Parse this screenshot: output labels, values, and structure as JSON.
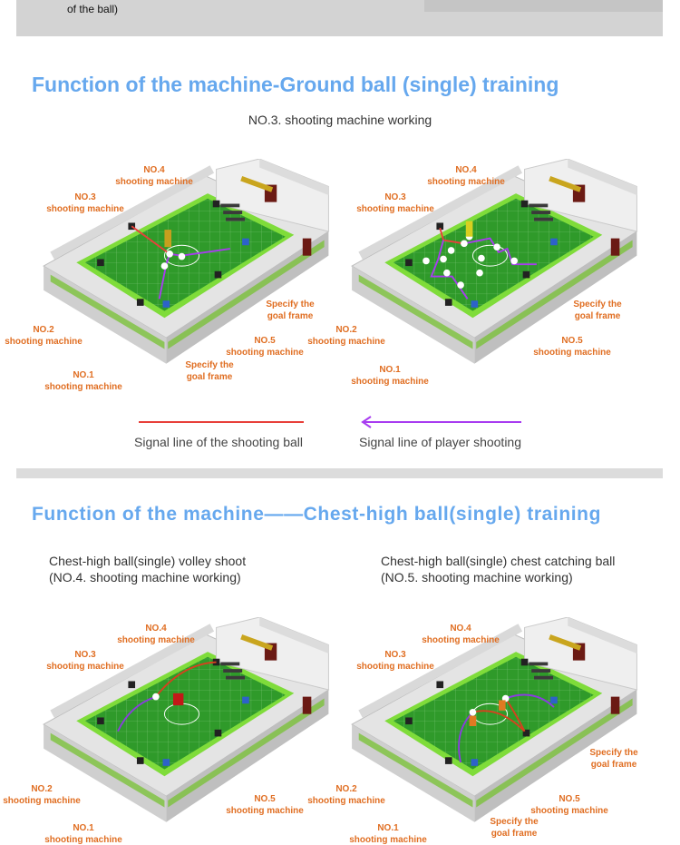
{
  "top_fragment": {
    "text": "of the ball)"
  },
  "section1": {
    "title": "Function of the machine-Ground ball (single) training",
    "subtitle": "NO.3. shooting machine working",
    "legend": {
      "red": {
        "label": "Signal line of the shooting ball",
        "color": "#e8403a"
      },
      "purple": {
        "label": "Signal line of  player shooting",
        "color": "#a83cf0"
      }
    }
  },
  "section2": {
    "title": "Function of the machine——Chest-high ball(single) training",
    "left_caption": {
      "line1": "Chest-high ball(single) volley shoot",
      "line2": "(NO.4. shooting machine working)"
    },
    "right_caption": {
      "line1": "Chest-high ball(single)  chest catching ball",
      "line2": "(NO.5. shooting machine working)"
    }
  },
  "labels": {
    "no1": {
      "num": "NO.1",
      "text": "shooting machine"
    },
    "no2": {
      "num": "NO.2",
      "text": "shooting machine"
    },
    "no3": {
      "num": "NO.3",
      "text": "shooting machine"
    },
    "no4": {
      "num": "NO.4",
      "text": "shooting machine"
    },
    "no5": {
      "num": "NO.5",
      "text": "shooting machine"
    },
    "goal": {
      "line1": "Specify the",
      "line2": "goal frame"
    }
  },
  "colors": {
    "title_blue": "#66a8ee",
    "label_orange": "#e06e22",
    "field_green": "#2f9a2a",
    "signal_red": "#e8403a",
    "signal_purple": "#a83cf0"
  }
}
